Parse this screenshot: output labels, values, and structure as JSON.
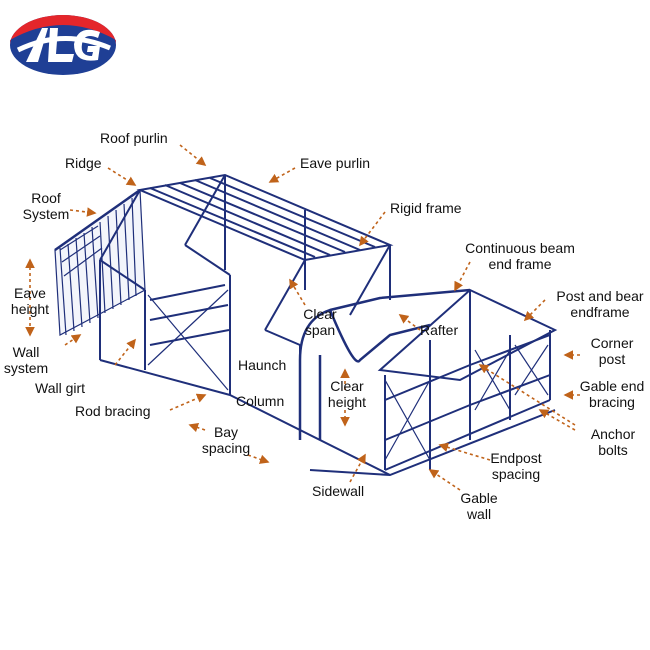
{
  "logo": {
    "name": "brand-logo",
    "colors": {
      "red": "#e4262b",
      "blue": "#1f3f95"
    }
  },
  "colors": {
    "structure": "#1f2f7a",
    "arrow": "#c0631a",
    "text": "#111111"
  },
  "labels": {
    "roof_purlin": "Roof purlin",
    "ridge": "Ridge",
    "eave_purlin": "Eave purlin",
    "roof_system": [
      "Roof",
      "System"
    ],
    "rigid_frame": "Rigid frame",
    "continuous_beam": [
      "Continuous beam",
      "end frame"
    ],
    "eave_height": [
      "Eave",
      "height"
    ],
    "post_and_beam": [
      "Post and bear",
      "endframe"
    ],
    "clear_span": [
      "Clear",
      "span"
    ],
    "rafter": "Rafter",
    "wall_system": [
      "Wall",
      "system"
    ],
    "corner_post": [
      "Corner",
      "post"
    ],
    "haunch": "Haunch",
    "wall_girt": "Wall girt",
    "gable_end_bracing": [
      "Gable end",
      "bracing"
    ],
    "clear_height": [
      "Clear",
      "height"
    ],
    "rod_bracing": "Rod bracing",
    "column": "Column",
    "anchor_bolts": [
      "Anchor",
      "bolts"
    ],
    "bay_spacing": [
      "Bay",
      "spacing"
    ],
    "endpost_spacing": [
      "Endpost",
      "spacing"
    ],
    "sidewall": "Sidewall",
    "gable_wall": [
      "Gable",
      "wall"
    ]
  }
}
